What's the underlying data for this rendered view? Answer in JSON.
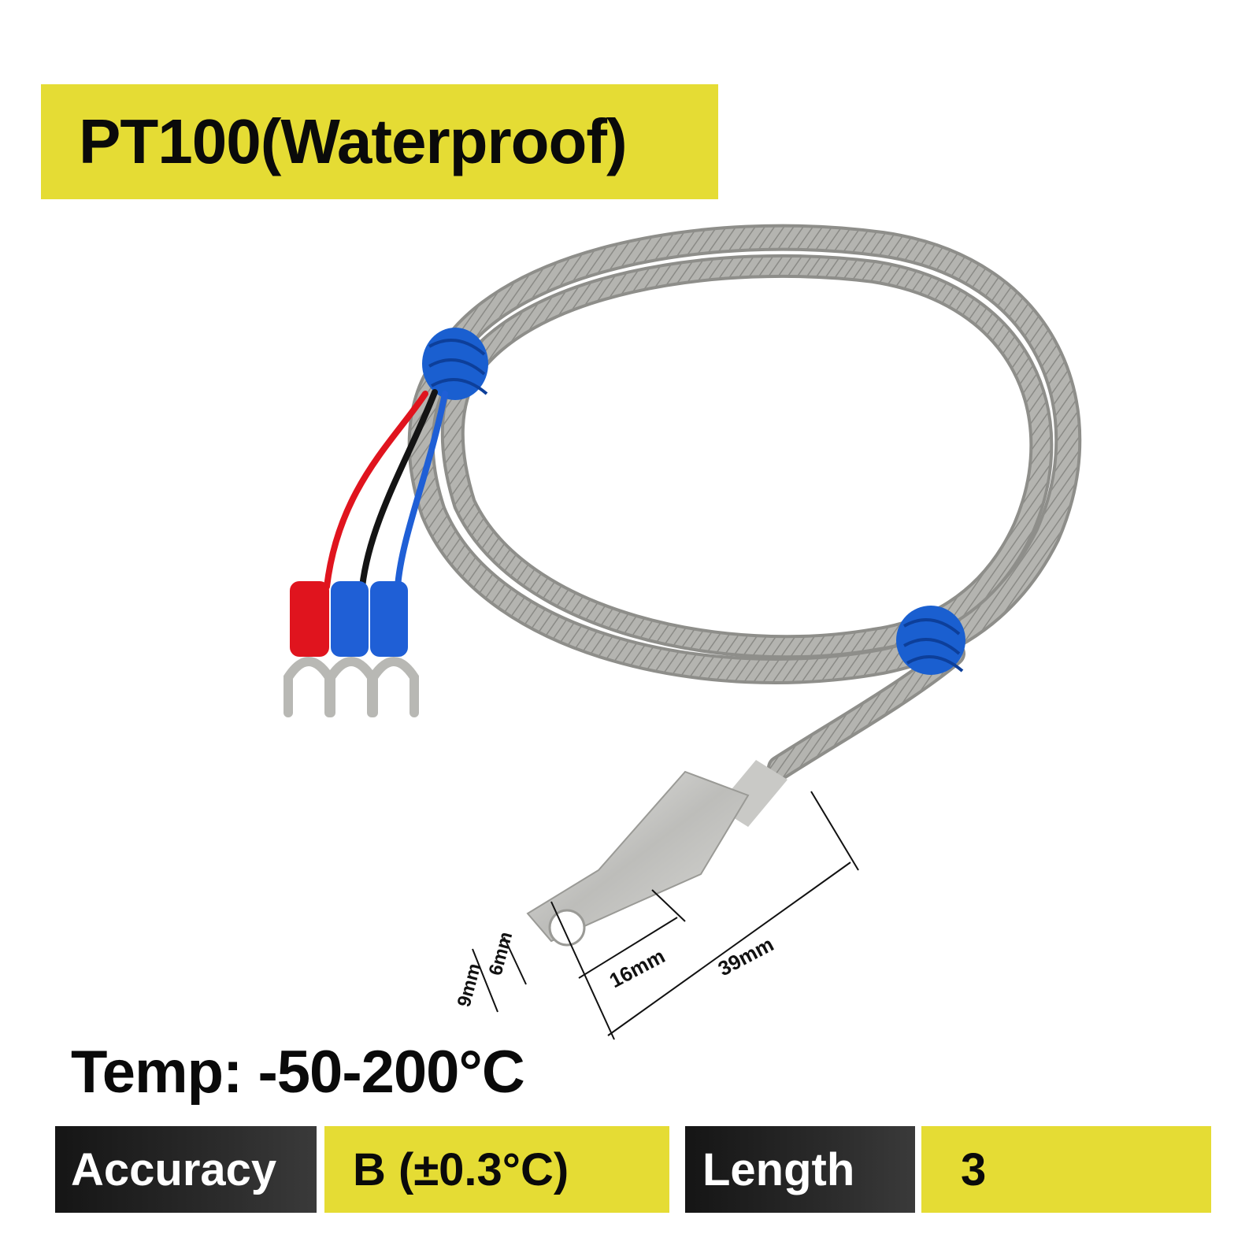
{
  "title": "PT100(Waterproof)",
  "temperature_label": "Temp: -50-200°C",
  "specs": {
    "accuracy_label": "Accuracy",
    "accuracy_value": "B (±0.3°C)",
    "length_label": "Length",
    "length_value": "3"
  },
  "dimensions": {
    "hole_width": "6mm",
    "lug_width": "9mm",
    "lug_length": "16mm",
    "probe_length": "39mm"
  },
  "colors": {
    "banner_yellow": "#e5dc34",
    "label_dark": "#1a1a1a",
    "braid_steel": "#a8a8a4",
    "wrap_blue": "#1a5fd0",
    "terminal_red": "#e0141e",
    "terminal_blue": "#1f5fd6"
  },
  "icons": [
    "braided-cable-icon",
    "spade-terminal-icon",
    "ring-lug-probe-icon"
  ]
}
